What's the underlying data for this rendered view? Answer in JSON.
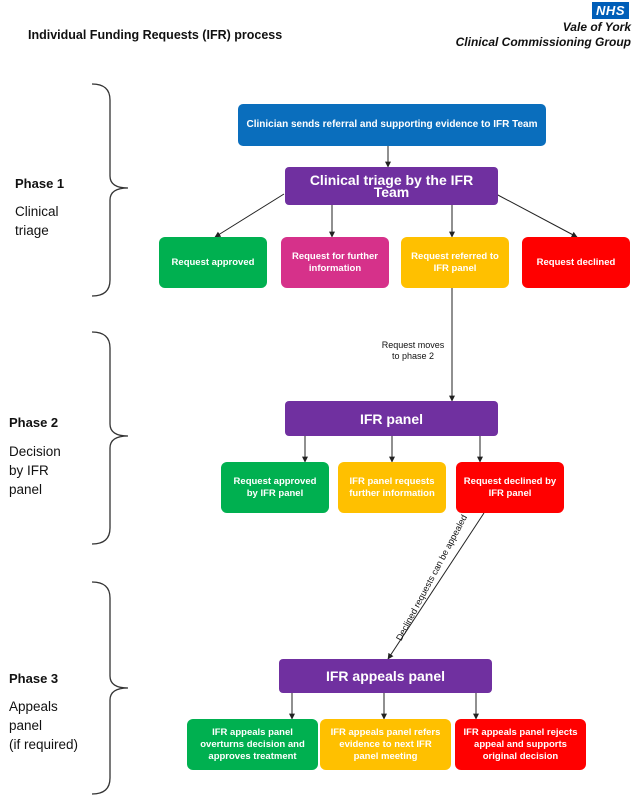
{
  "title": "Individual Funding Requests (IFR) process",
  "logo": {
    "nhs": "NHS",
    "org_line1": "Vale of York",
    "org_line2": "Clinical Commissioning Group"
  },
  "colors": {
    "blue": "#0a6ebd",
    "purple": "#7030a0",
    "green": "#00b050",
    "magenta": "#d6318a",
    "amber": "#ffc000",
    "red": "#ff0000",
    "line": "#222222",
    "bracket": "#333333"
  },
  "phases": [
    {
      "title": "Phase 1",
      "description": "Clinical\ntriage"
    },
    {
      "title": "Phase 2",
      "description": "Decision\nby IFR\npanel"
    },
    {
      "title": "Phase 3",
      "description": "Appeals\npanel\n(if required)"
    }
  ],
  "nodes": {
    "referral": "Clinician sends referral and supporting evidence to IFR Team",
    "triage": "Clinical triage by the IFR Team",
    "p1_approved": "Request approved",
    "p1_further": "Request for further information",
    "p1_referred": "Request referred to IFR panel",
    "p1_declined": "Request declined",
    "panel": "IFR panel",
    "p2_approved": "Request approved by IFR panel",
    "p2_further": "IFR panel requests further information",
    "p2_declined": "Request declined by IFR panel",
    "appeals": "IFR appeals panel",
    "p3_overturns": "IFR appeals panel overturns decision and approves treatment",
    "p3_refers": "IFR appeals panel refers evidence to next IFR panel meeting",
    "p3_rejects": "IFR appeals panel rejects appeal and supports original decision"
  },
  "edge_labels": {
    "moves": "Request moves\nto phase 2",
    "appealed": "Declined requests can be\nappealed"
  }
}
